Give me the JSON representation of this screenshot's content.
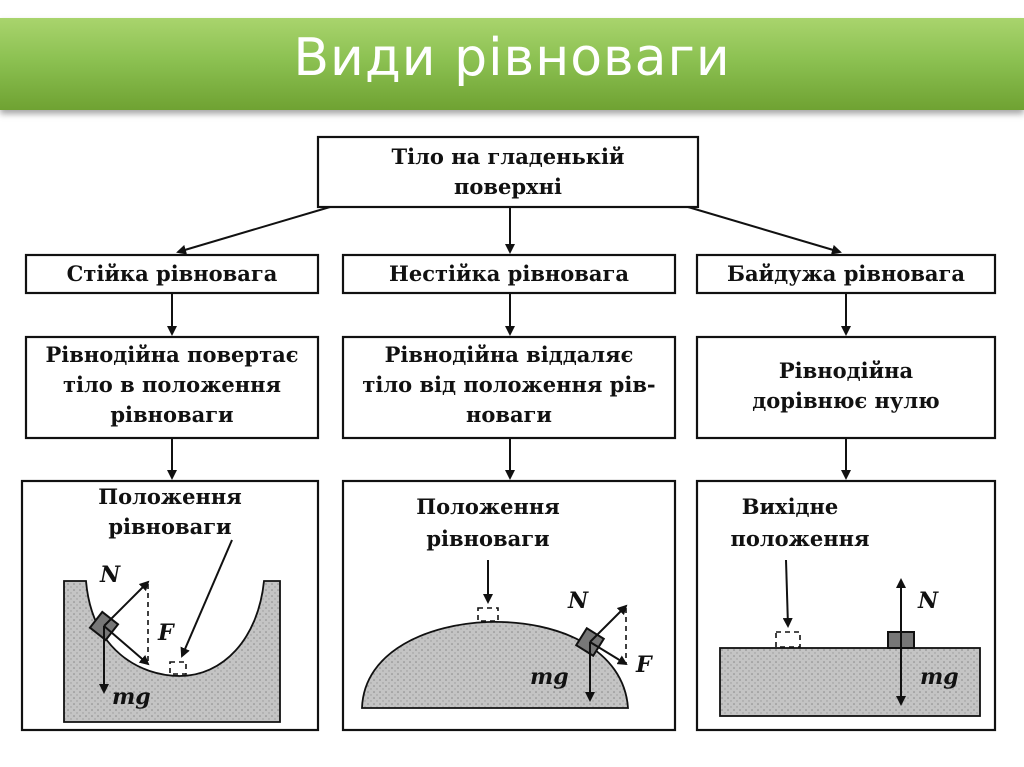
{
  "title": "Види рівноваги",
  "root": {
    "line1": "Тіло на гладенькій",
    "line2": "поверхні"
  },
  "columns": [
    {
      "heading": "Стійка рівновага",
      "desc": [
        "Рівнодійна повертає",
        "тіло в положення",
        "рівноваги"
      ],
      "label": [
        "Положення",
        "рівноваги"
      ]
    },
    {
      "heading": "Нестійка рівновага",
      "desc": [
        "Рівнодійна віддаляє",
        "тіло від положення рів-",
        "новаги"
      ],
      "label": [
        "Положення",
        "рівноваги"
      ]
    },
    {
      "heading": "Байдужа рівновага",
      "desc": [
        "Рівнодійна",
        "дорівнює нулю"
      ],
      "label": [
        "Вихідне",
        "положення"
      ]
    }
  ],
  "symbols": {
    "normal": "N",
    "gravity": "mg",
    "force": "F"
  }
}
